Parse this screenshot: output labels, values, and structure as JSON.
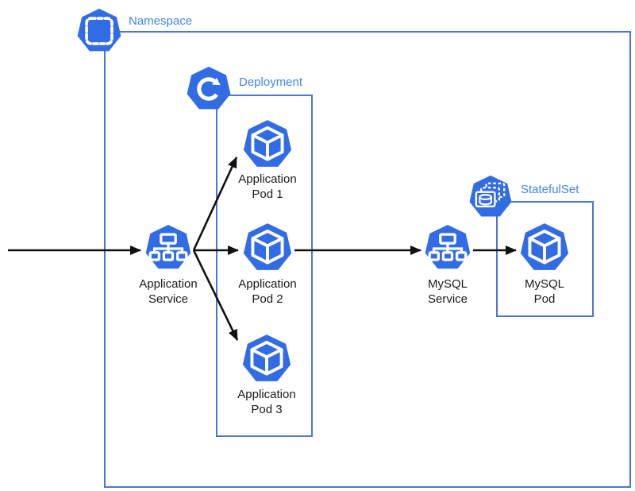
{
  "diagram": {
    "kind": "kubernetes-architecture",
    "colors": {
      "k8s_blue": "#326CE5",
      "group_label_blue": "#4285F4",
      "box_border_blue": "#4C76D4",
      "arrow_black": "#111111",
      "node_text_black": "#1A1A1A",
      "icon_glyph_white": "#FFFFFF"
    },
    "groups": {
      "namespace": {
        "label": "Namespace",
        "icon": "namespace-icon"
      },
      "deployment": {
        "label": "Deployment",
        "icon": "deployment-icon"
      },
      "statefulset": {
        "label": "StatefulSet",
        "icon": "statefulset-icon"
      }
    },
    "nodes": {
      "app_service": {
        "label": "Application\nService",
        "icon": "service-icon"
      },
      "app_pod_1": {
        "label": "Application\nPod 1",
        "icon": "pod-icon"
      },
      "app_pod_2": {
        "label": "Application\nPod 2",
        "icon": "pod-icon"
      },
      "app_pod_3": {
        "label": "Application\nPod 3",
        "icon": "pod-icon"
      },
      "mysql_service": {
        "label": "MySQL\nService",
        "icon": "service-icon"
      },
      "mysql_pod": {
        "label": "MySQL\nPod",
        "icon": "pod-icon"
      }
    },
    "edges": [
      {
        "from": "external",
        "to": "app_service"
      },
      {
        "from": "app_service",
        "to": "app_pod_1"
      },
      {
        "from": "app_service",
        "to": "app_pod_2"
      },
      {
        "from": "app_service",
        "to": "app_pod_3"
      },
      {
        "from": "app_pod_2",
        "to": "mysql_service"
      },
      {
        "from": "mysql_service",
        "to": "mysql_pod"
      }
    ]
  }
}
